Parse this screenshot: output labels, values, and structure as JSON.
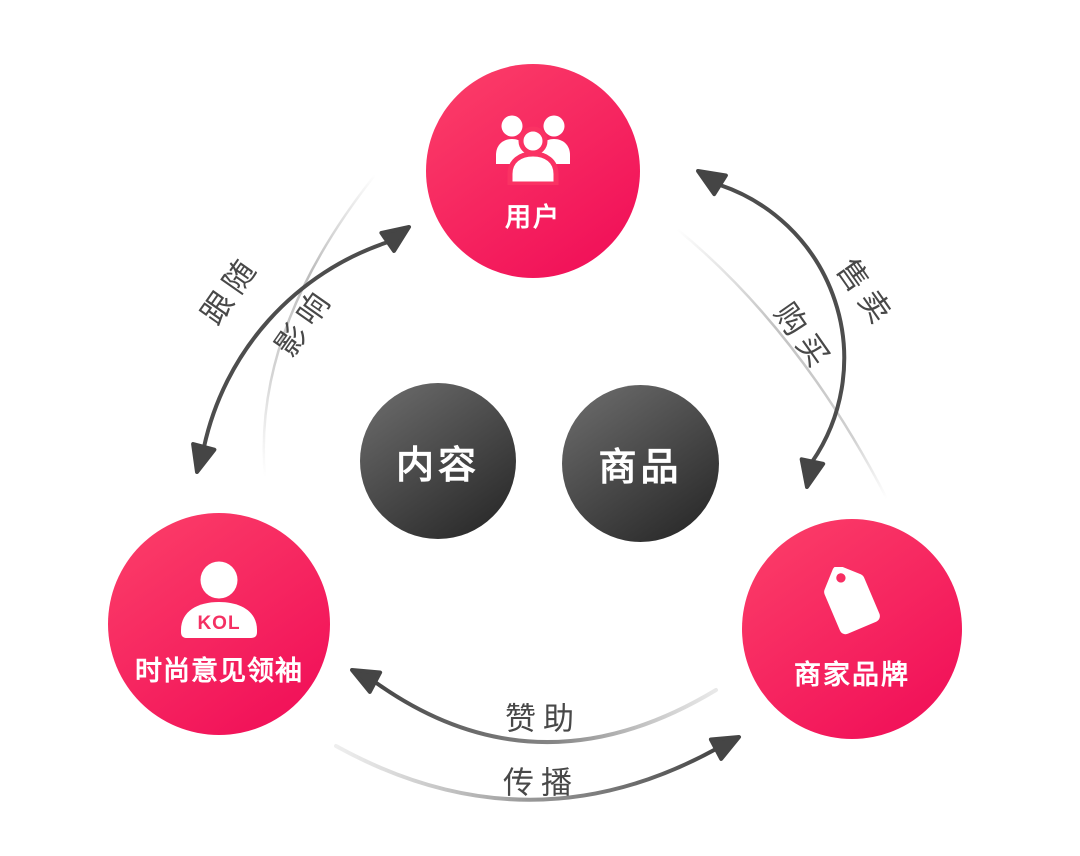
{
  "title": "KOL ecosystem diagram",
  "nodes": {
    "user": {
      "label": "用户"
    },
    "kol": {
      "label": "时尚意见领袖",
      "badge": "KOL"
    },
    "brand": {
      "label": "商家品牌"
    },
    "content": {
      "label": "内容"
    },
    "product": {
      "label": "商品"
    }
  },
  "edges": {
    "follow": {
      "label": "跟随",
      "from": "user",
      "to": "kol"
    },
    "influence": {
      "label": "影响",
      "from": "kol",
      "to": "user"
    },
    "sell": {
      "label": "售卖",
      "from": "brand",
      "to": "user"
    },
    "buy": {
      "label": "购买",
      "from": "user",
      "to": "brand"
    },
    "sponsor": {
      "label": "赞助",
      "from": "brand",
      "to": "kol"
    },
    "spread": {
      "label": "传播",
      "from": "kol",
      "to": "brand"
    }
  },
  "colors": {
    "pink_gradient_start": "#fc4069",
    "pink_gradient_end": "#f00b57",
    "dark_gradient_start": "#6f6f6f",
    "dark_gradient_end": "#232323",
    "arrow": "#4d4d4d",
    "arrowhead": "#454545",
    "edge_label": "#484848",
    "kol_badge_text": "#f43063",
    "background": "#ffffff"
  }
}
